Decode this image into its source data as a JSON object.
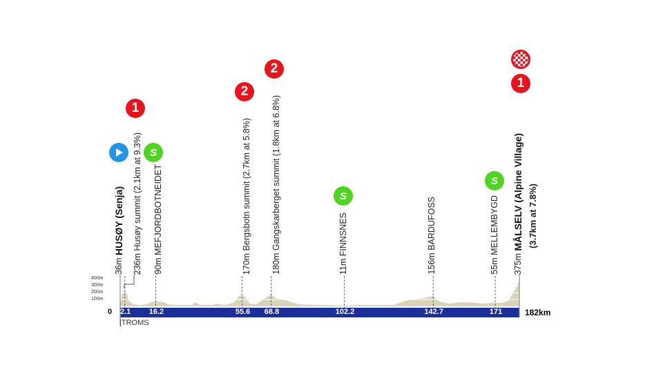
{
  "colors": {
    "kom": "#e8141c",
    "sprint": "#4fd41f",
    "start": "#2196e8",
    "bar": "#1a2f9c",
    "terrain": "#d9d3b8"
  },
  "axis": {
    "zero": "0",
    "end": "182km",
    "region": "|TROMS",
    "yticks": [
      "400m",
      "300m",
      "200m",
      "100m"
    ],
    "total_km": 182
  },
  "points": [
    {
      "km": 0,
      "alt": "36m",
      "name": "HUSØY (Senja)",
      "bold": true,
      "icon": "start-icon"
    },
    {
      "km": 2.1,
      "label": "2.1",
      "alt": "236m",
      "name": "Husøy summit (2.1km at 9.3%)",
      "icon": "kom-icon",
      "cat": "1"
    },
    {
      "km": 16.2,
      "label": "16.2",
      "alt": "90m",
      "name": "MEFJORDBOTNEIDET",
      "icon": "sprint-icon"
    },
    {
      "km": 55.6,
      "label": "55.6",
      "alt": "170m",
      "name": "Bergsbotn summit (2.7km at 5.8%)",
      "icon": "kom-icon",
      "cat": "2"
    },
    {
      "km": 68.8,
      "label": "68.8",
      "alt": "180m",
      "name": "Gangskarberget summit (1.8km at 6.8%)",
      "icon": "kom-icon",
      "cat": "2"
    },
    {
      "km": 102.2,
      "label": "102.2",
      "alt": "11m",
      "name": "FINNSNES",
      "icon": "sprint-icon"
    },
    {
      "km": 142.7,
      "label": "142.7",
      "alt": "156m",
      "name": "BARDUFOSS"
    },
    {
      "km": 171,
      "label": "171",
      "alt": "55m",
      "name": "MELLEMBYGD",
      "icon": "sprint-icon"
    },
    {
      "km": 182,
      "alt": "375m",
      "name": "MÅLSELV (Alpine Village)",
      "sub": "(3.7km at 7.8%)",
      "bold": true,
      "icon": "finish-icon",
      "cat": "1"
    }
  ],
  "sprint_letter": "S",
  "profile": [
    [
      0,
      36
    ],
    [
      1,
      200
    ],
    [
      2.1,
      236
    ],
    [
      3,
      200
    ],
    [
      4,
      80
    ],
    [
      6,
      30
    ],
    [
      9,
      20
    ],
    [
      12,
      30
    ],
    [
      14,
      60
    ],
    [
      16,
      80
    ],
    [
      18,
      70
    ],
    [
      20,
      60
    ],
    [
      22,
      30
    ],
    [
      26,
      20
    ],
    [
      33,
      20
    ],
    [
      34,
      60
    ],
    [
      36,
      30
    ],
    [
      38,
      20
    ],
    [
      42,
      20
    ],
    [
      44,
      40
    ],
    [
      46,
      30
    ],
    [
      48,
      20
    ],
    [
      52,
      60
    ],
    [
      54,
      150
    ],
    [
      55.6,
      170
    ],
    [
      57,
      140
    ],
    [
      59,
      40
    ],
    [
      62,
      30
    ],
    [
      65,
      100
    ],
    [
      68.8,
      180
    ],
    [
      71,
      120
    ],
    [
      74,
      110
    ],
    [
      78,
      60
    ],
    [
      82,
      30
    ],
    [
      90,
      20
    ],
    [
      95,
      20
    ],
    [
      100,
      10
    ],
    [
      102.2,
      11
    ],
    [
      110,
      20
    ],
    [
      125,
      20
    ],
    [
      128,
      60
    ],
    [
      132,
      100
    ],
    [
      138,
      120
    ],
    [
      142.7,
      156
    ],
    [
      145,
      80
    ],
    [
      150,
      40
    ],
    [
      155,
      60
    ],
    [
      160,
      60
    ],
    [
      165,
      40
    ],
    [
      171,
      55
    ],
    [
      174,
      50
    ],
    [
      177,
      80
    ],
    [
      180,
      250
    ],
    [
      182,
      375
    ]
  ]
}
